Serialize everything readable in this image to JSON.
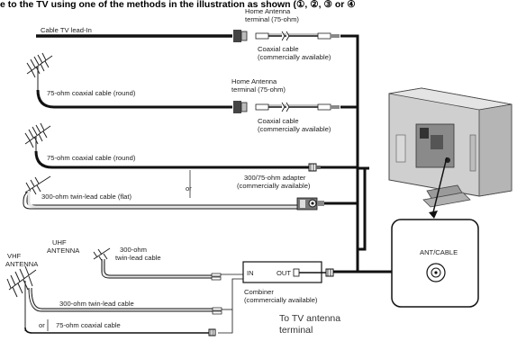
{
  "header": {
    "text": "e to the TV using one of the methods in the illustration as shown (①, ②, ③ or ④"
  },
  "sources": {
    "cable_tv": "Cable TV lead-In",
    "coax_round_1": "75-ohm coaxial cable (round)",
    "coax_round_2": "75-ohm coaxial cable (round)",
    "twin_lead_flat": "300-ohm twin-lead cable (flat)",
    "or_1": "or",
    "uhf_antenna": [
      "UHF",
      "ANTENNA"
    ],
    "uhf_twin_lead": [
      "300-ohm",
      "twin-lead cable"
    ],
    "vhf_antenna": [
      "VHF",
      "ANTENNA"
    ],
    "vhf_twin_lead": "300-ohm twin-lead cable",
    "or_2": "or",
    "vhf_coax": "75-ohm coaxial cable"
  },
  "terminals": {
    "home_antenna_1": [
      "Home Antenna",
      "terminal (75-ohm)"
    ],
    "home_antenna_2": [
      "Home Antenna",
      "terminal (75-ohm)"
    ]
  },
  "parts": {
    "coax_1": [
      "Coaxial cable",
      "(commercially available)"
    ],
    "coax_2": [
      "Coaxial cable",
      "(commercially available)"
    ],
    "adapter": [
      "300/75-ohm adapter",
      "(commercially available)"
    ],
    "combiner_in": "IN",
    "combiner_out": "OUT",
    "combiner": [
      "Combiner",
      "(commercially available)"
    ],
    "to_tv": [
      "To TV antenna",
      "terminal"
    ]
  },
  "tv": {
    "port_label": "ANT/CABLE"
  },
  "colors": {
    "line": "#111111",
    "cable_fill": "#e6e6e6",
    "tv_body": "#c9c9c9",
    "tv_dark": "#5a5a5a"
  }
}
